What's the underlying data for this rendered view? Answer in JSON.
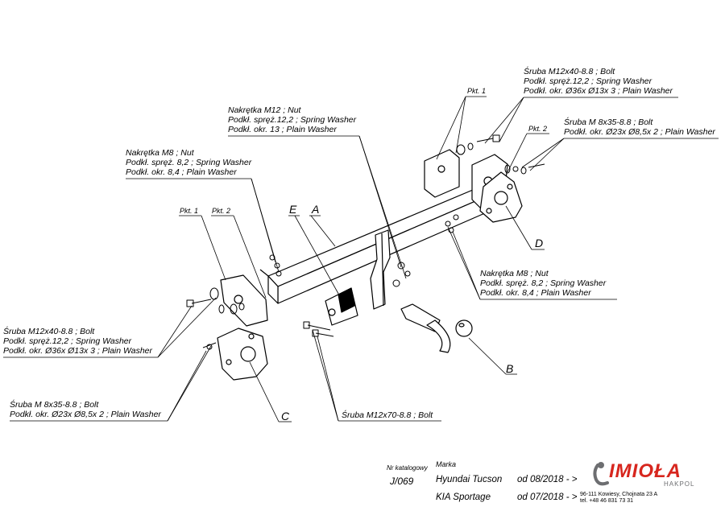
{
  "labels": {
    "nut_m12": [
      "Nakrętka  M12 ; Nut",
      "Podkł. spręż.12,2 ; Spring Washer",
      "Podkł. okr. 13 ; Plain Washer"
    ],
    "bolt_m12x40_top": [
      "Śruba M12x40-8.8 ;  Bolt",
      "Podkł. spręż.12,2 ; Spring Washer",
      "Podkł. okr.  Ø36x Ø13x 3 ; Plain Washer"
    ],
    "bolt_m8_top": [
      "Śruba M 8x35-8.8 ;  Bolt",
      "Podkł. okr.  Ø23x Ø8,5x 2 ; Plain Washer"
    ],
    "nut_m8_left": [
      "Nakrętka  M8 ; Nut",
      "Podkł. spręż. 8,2 ; Spring Washer",
      "Podkł. okr. 8,4 ; Plain Washer"
    ],
    "nut_m8_right": [
      "Nakrętka  M8 ; Nut",
      "Podkł. spręż. 8,2 ; Spring Washer",
      "Podkł. okr. 8,4 ; Plain Washer"
    ],
    "bolt_m12x40_left": [
      "Śruba M12x40-8.8 ;  Bolt",
      "Podkł. spręż.12,2 ; Spring Washer",
      "Podkł. okr.  Ø36x Ø13x 3 ; Plain Washer"
    ],
    "bolt_m8_left": [
      "Śruba M 8x35-8.8 ;  Bolt",
      "Podkł. okr.  Ø23x Ø8,5x 2 ; Plain Washer"
    ],
    "bolt_m12x70": "Śruba M12x70-8.8 ;  Bolt"
  },
  "points": {
    "pkt1_top": "Pkt. 1",
    "pkt2_top": "Pkt. 2",
    "pkt1_left": "Pkt. 1",
    "pkt2_left": "Pkt. 2"
  },
  "letters": {
    "A": "A",
    "B": "B",
    "C": "C",
    "D": "D",
    "E": "E"
  },
  "footer": {
    "catalog_label": "Nr katalogowy",
    "catalog_no": "J/069",
    "brand_label": "Marka",
    "vehicles": [
      {
        "model": "Hyundai Tucson",
        "date": "od 08/2018 - >"
      },
      {
        "model": "KIA Sportage",
        "date": "od 07/2018 - >"
      }
    ],
    "logo_text": "IMIOŁA",
    "logo_sub": "HAKPOL",
    "address_line1": "96-111 Kowiesy, Chojnata 23 A",
    "address_line2": "tel. +48 46 831 73 31"
  },
  "colors": {
    "ink": "#000000",
    "logo_red": "#d7261e",
    "logo_grey": "#6d6e71"
  }
}
